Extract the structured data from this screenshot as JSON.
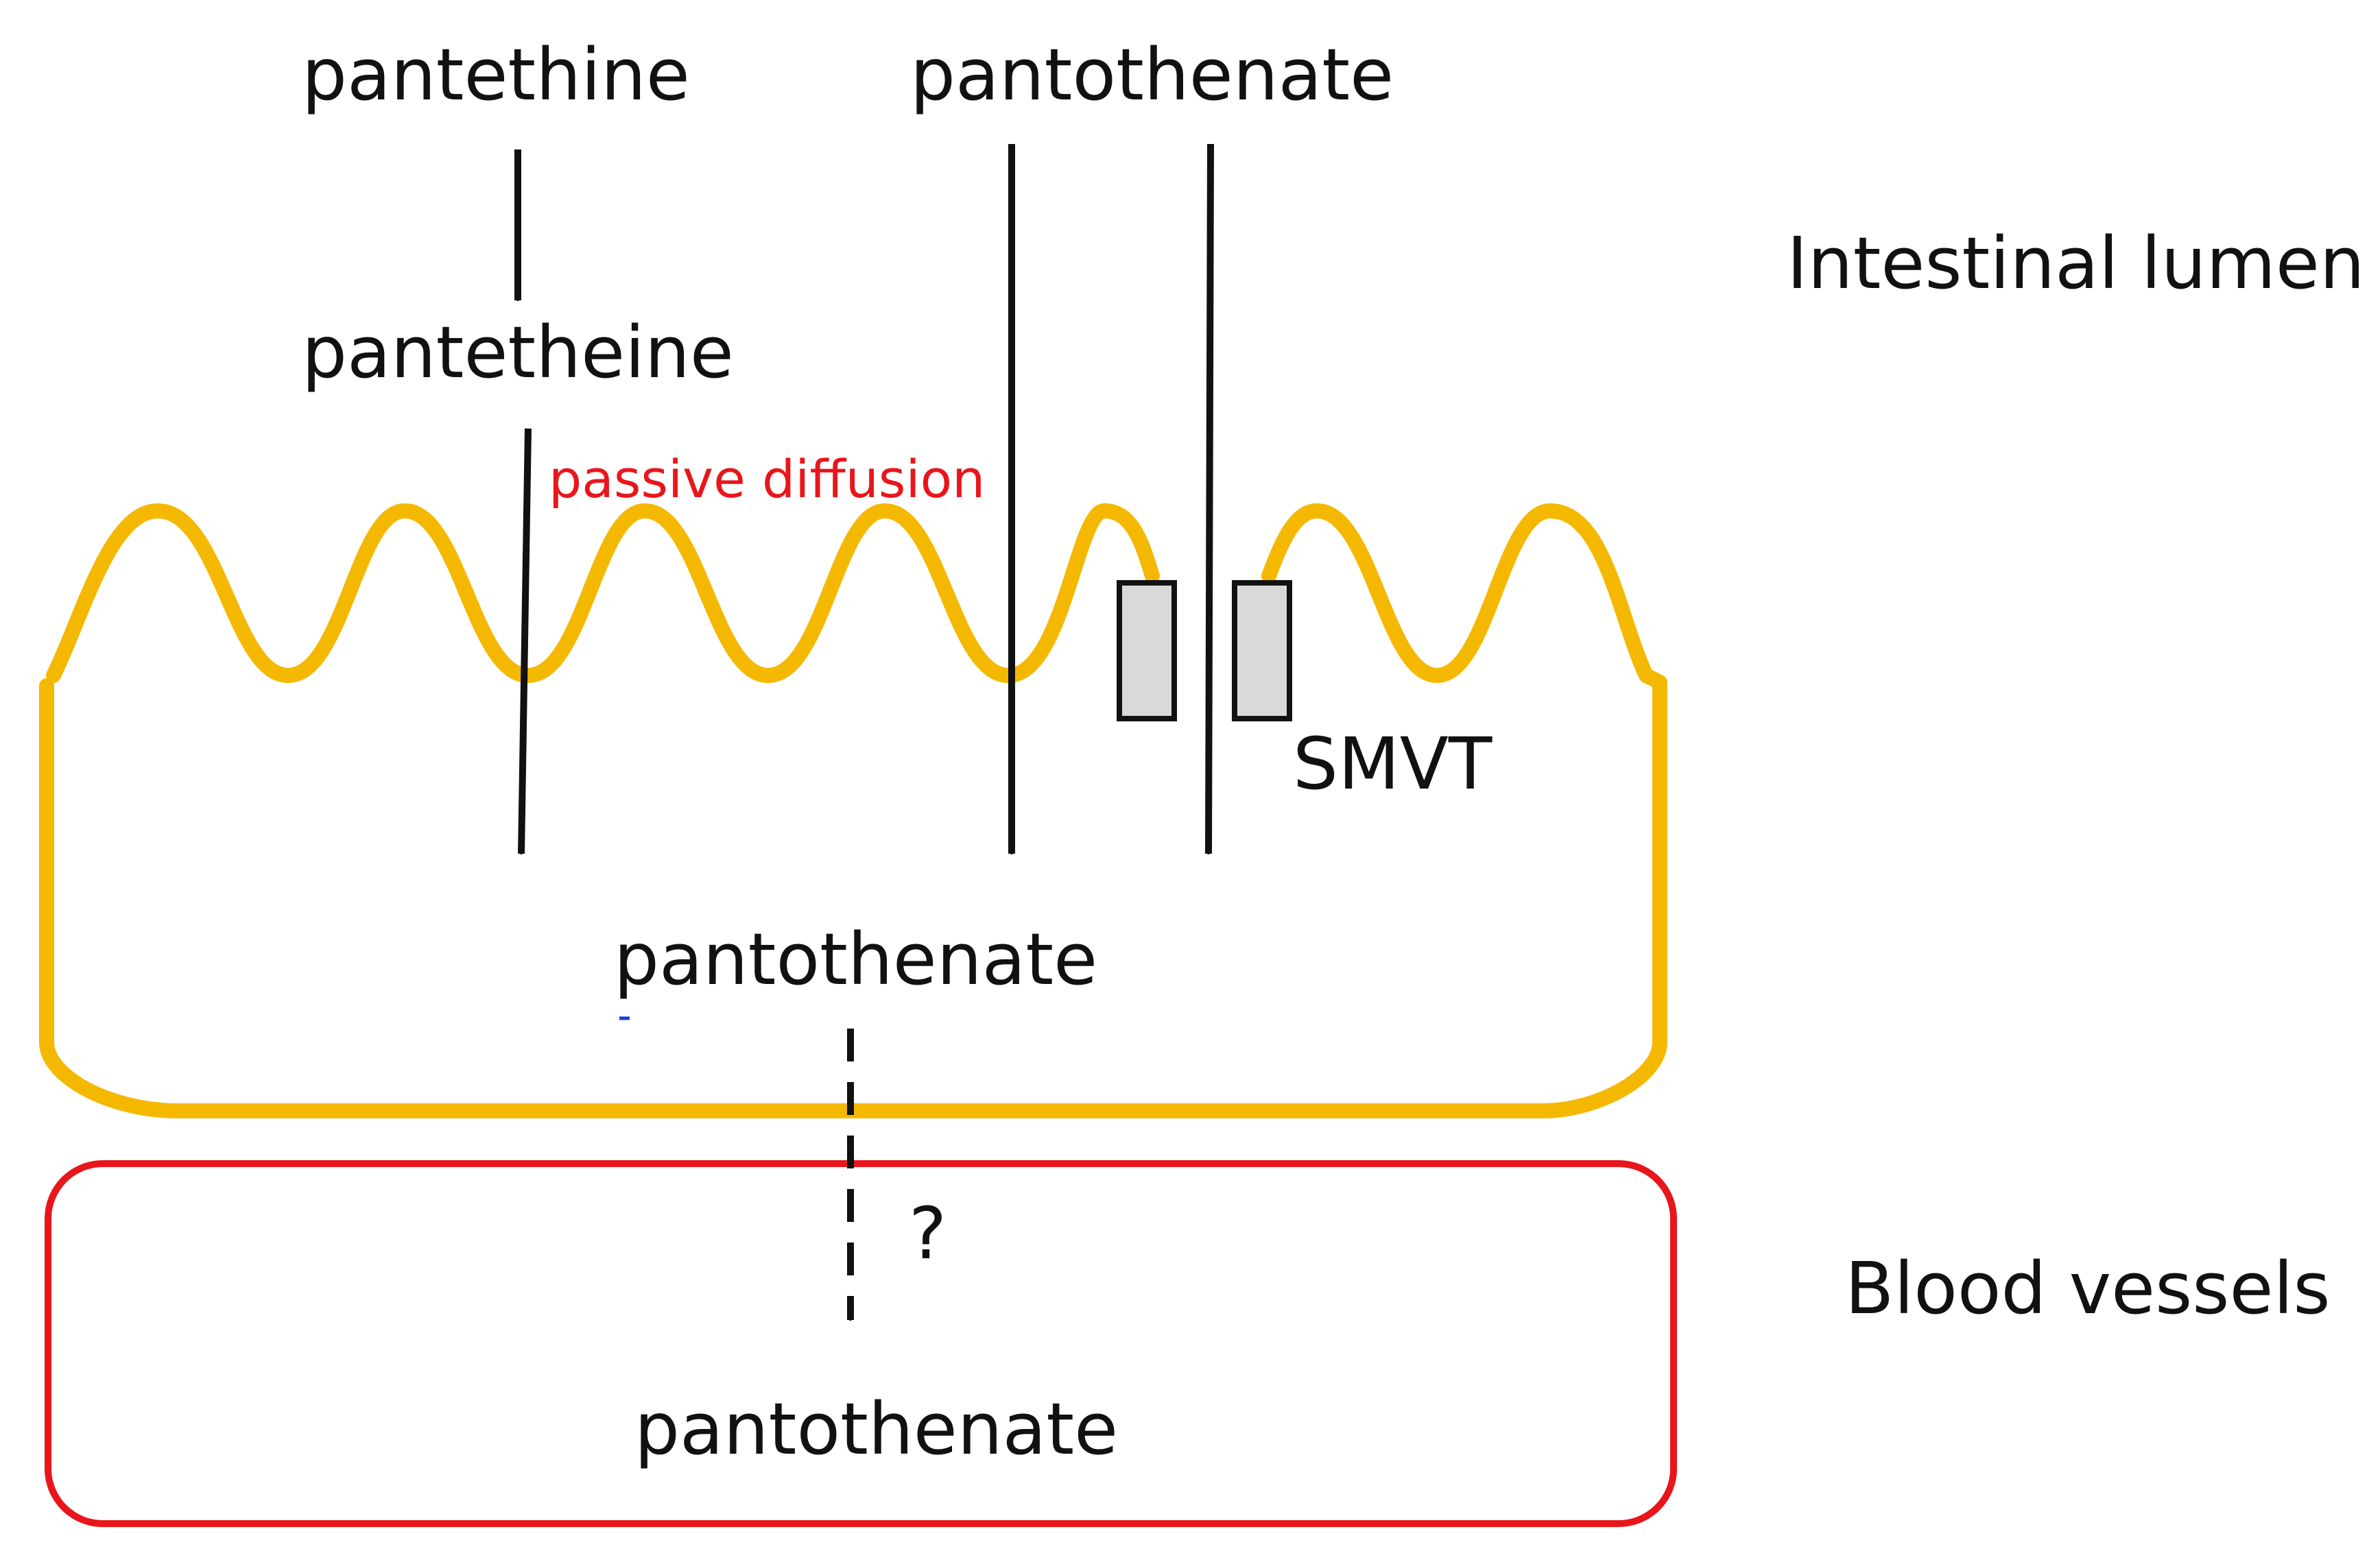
{
  "labels": {
    "pantethine": "pantethine",
    "pantothenate_lumen": "pantothenate",
    "pantetheine": "pantetheine",
    "passive_diffusion": "passive diffusion",
    "intestinal_lumen": "Intestinal lumen",
    "smvt": "SMVT",
    "pantothenate_cell": "pantothenate",
    "question": "?",
    "blood_vessels": "Blood vessels",
    "pantothenate_blood": "pantothenate"
  },
  "colors": {
    "membrane": "#F5B800",
    "blood_vessel": "#E8161B",
    "arrow": "#111111",
    "transporter_fill": "#D9D9D9",
    "transporter_stroke": "#111111",
    "passive_diffusion_text": "#E8161B"
  }
}
